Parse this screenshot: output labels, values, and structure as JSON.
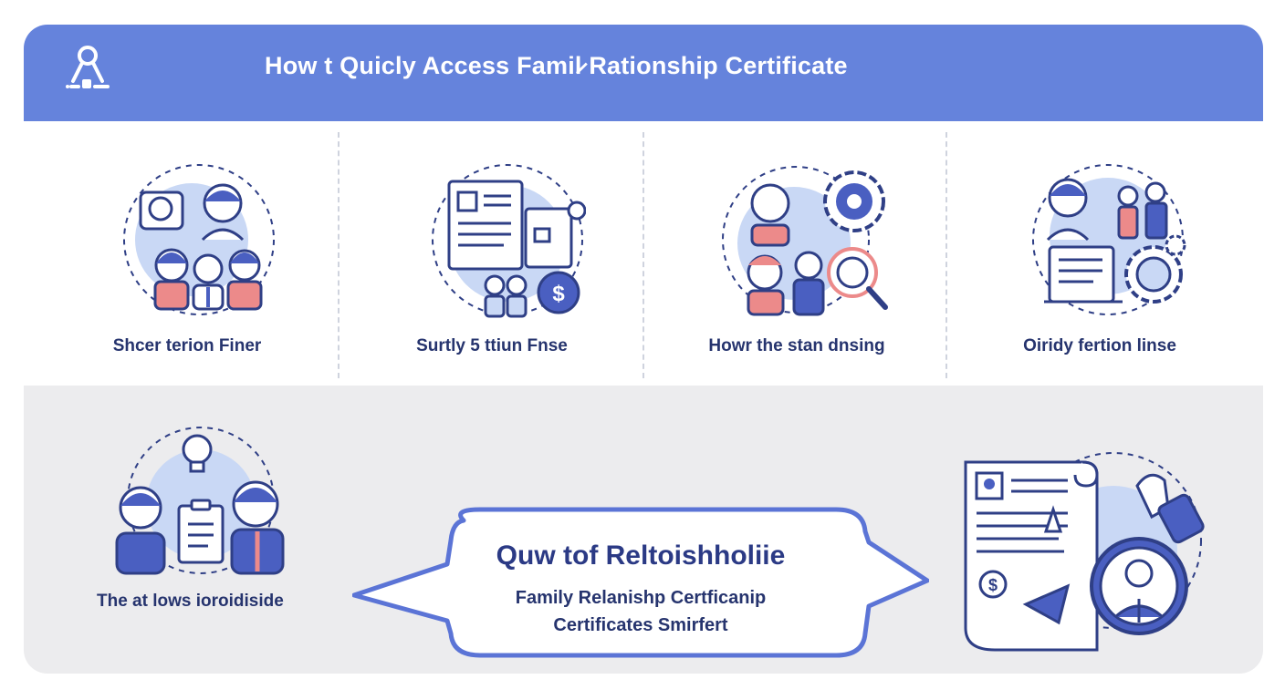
{
  "header": {
    "title": "How t Quicly Access Famil̷ Rationship Certificate",
    "logo_icon": "ribbon-person-icon"
  },
  "steps": [
    {
      "label": "Shcer terion Finer",
      "icon": "family-group-icon"
    },
    {
      "label": "Surtly 5 ttiun Fnse",
      "icon": "documents-payment-icon"
    },
    {
      "label": "Howr the stan dnsing",
      "icon": "gear-search-family-icon"
    },
    {
      "label": "Oiridy fertion linse",
      "icon": "certificate-settings-icon"
    }
  ],
  "bottom_left": {
    "label": "The at lows ioroidiside",
    "icon": "idea-clipboard-people-icon"
  },
  "bubble": {
    "title": "Quw tof Reltoishholiie",
    "line1": "Family Relanishp Certficanip",
    "line2": "Certificates Smirfert"
  },
  "bottom_right": {
    "icon": "certificate-profile-icon"
  },
  "colors": {
    "header_bg": "#6583dc",
    "accent_blue": "#4a5fc1",
    "accent_pink": "#ec8a8a",
    "soft_blue": "#c9d8f5",
    "bottom_bg": "#ececee",
    "text_dark": "#26346e"
  }
}
